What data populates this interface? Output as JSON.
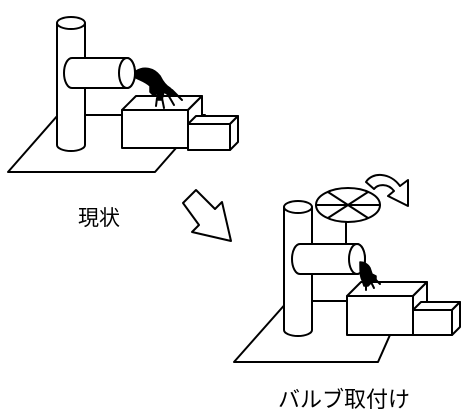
{
  "labels": {
    "current": "現状",
    "valve": "バルブ取付け"
  },
  "colors": {
    "line": "#000000",
    "fill": "#ffffff"
  },
  "icons": {
    "transition_arrow": "hollow-arrow-down-right",
    "rotation_arrow": "curved-arrow-clockwise"
  }
}
